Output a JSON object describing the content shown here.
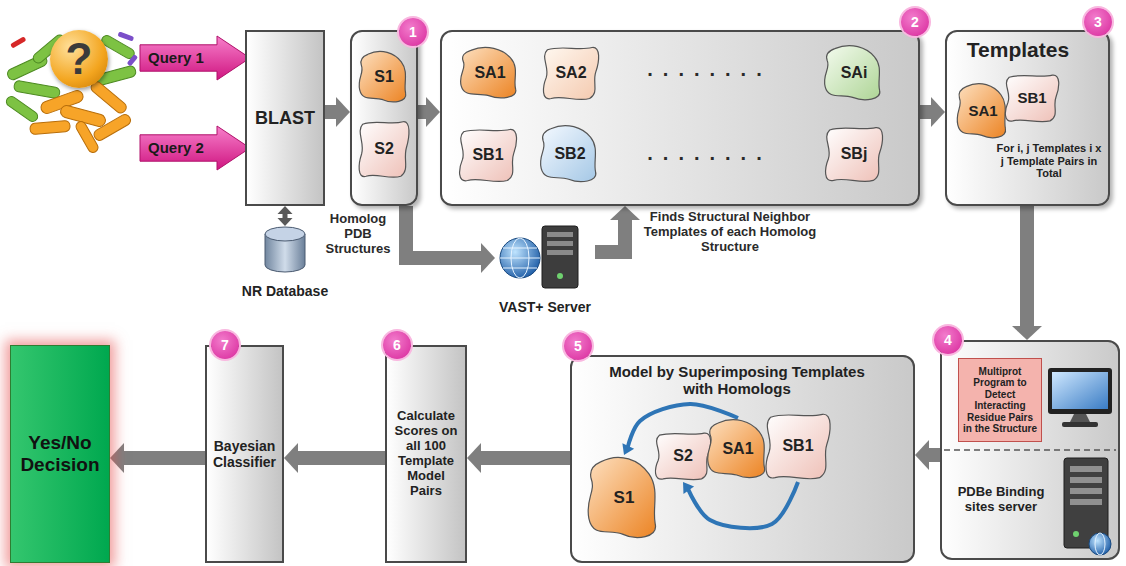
{
  "diagram": {
    "nodes": [
      {
        "text": [
          "?"
        ]
      },
      {
        "text": [
          "Query 1"
        ]
      },
      {
        "text": [
          "Query 2"
        ]
      },
      {
        "text": [
          "BLAST"
        ]
      },
      {
        "text": [
          "NR Database"
        ]
      },
      {
        "text": [
          "1"
        ]
      },
      {
        "text": [
          "S1"
        ],
        "in": 5
      },
      {
        "text": [
          "S2"
        ],
        "in": 5
      },
      {
        "text": [
          "VAST+ Server"
        ]
      },
      {
        "text": [
          "2"
        ]
      },
      {
        "text": [
          "SA1"
        ],
        "in": 9
      },
      {
        "text": [
          "SA2"
        ],
        "in": 9
      },
      {
        "text": [
          "SAi"
        ],
        "in": 9
      },
      {
        "text": [
          "SB1"
        ],
        "in": 9
      },
      {
        "text": [
          "SB2"
        ],
        "in": 9
      },
      {
        "text": [
          "SBj"
        ],
        "in": 9
      },
      {
        "text": [
          "3",
          "Templates",
          "For i, j Templates i x j Template Pairs in Total"
        ]
      },
      {
        "text": [
          "SA1"
        ],
        "in": 16
      },
      {
        "text": [
          "SB1"
        ],
        "in": 16
      },
      {
        "text": [
          "4"
        ]
      },
      {
        "text": [
          "Multiprot Program to Detect Interacting Residue Pairs in the Structure"
        ],
        "in": 19
      },
      {
        "text": [
          "PDBe Binding sites server"
        ],
        "in": 19
      },
      {
        "text": [
          "5",
          "Model by Superimposing Templates with Homologs"
        ]
      },
      {
        "text": [
          "S1"
        ],
        "in": 22
      },
      {
        "text": [
          "S2"
        ],
        "in": 22
      },
      {
        "text": [
          "SA1"
        ],
        "in": 22
      },
      {
        "text": [
          "SB1"
        ],
        "in": 22
      },
      {
        "text": [
          "6",
          "Calculate Scores on all 100 Template Model Pairs"
        ]
      },
      {
        "text": [
          "7",
          "Bayesian Classifier"
        ]
      },
      {
        "text": [
          "Yes/No Decision"
        ]
      }
    ],
    "edges": [
      {
        "from": 3,
        "to": 4,
        "arrow": "both"
      },
      {
        "from": 3,
        "to": 5,
        "arrow": "to"
      },
      {
        "from": 5,
        "to": 9,
        "arrow": "to"
      },
      {
        "from": 5,
        "to": 8,
        "arrow": "to"
      },
      {
        "from": 8,
        "to": 9,
        "arrow": "to"
      },
      {
        "from": 9,
        "to": 16,
        "arrow": "to"
      },
      {
        "from": 16,
        "to": 19,
        "arrow": "to"
      },
      {
        "from": 19,
        "to": 22,
        "arrow": "to"
      },
      {
        "from": 22,
        "to": 27,
        "arrow": "to"
      },
      {
        "from": 27,
        "to": 28,
        "arrow": "to"
      },
      {
        "from": 28,
        "to": 29,
        "arrow": "to"
      },
      {
        "from": 25,
        "to": 23,
        "arrow": "to"
      },
      {
        "from": 26,
        "to": 24,
        "arrow": "to"
      }
    ],
    "labels": [
      "Homolog PDB Structures",
      "Finds Structural Neighbor Templates of each Homolog Structure",
      "........",
      "........"
    ]
  }
}
